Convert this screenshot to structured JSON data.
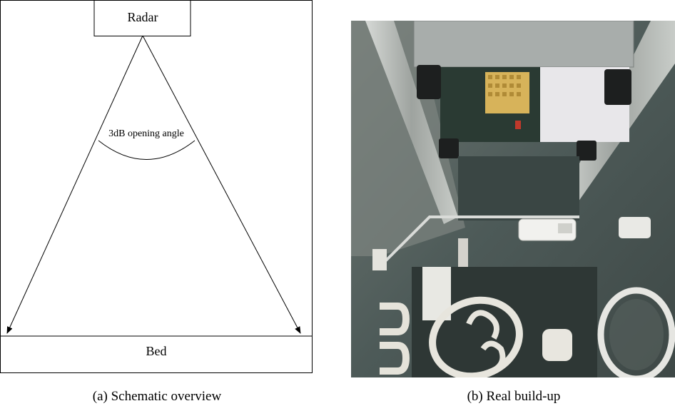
{
  "schematic": {
    "radar_label": "Radar",
    "angle_label": "3dB opening angle",
    "bed_label": "Bed"
  },
  "captions": {
    "a": "(a) Schematic overview",
    "b": "(b) Real build-up"
  },
  "photo": {
    "description_icon": "incubator-photo-icon"
  }
}
